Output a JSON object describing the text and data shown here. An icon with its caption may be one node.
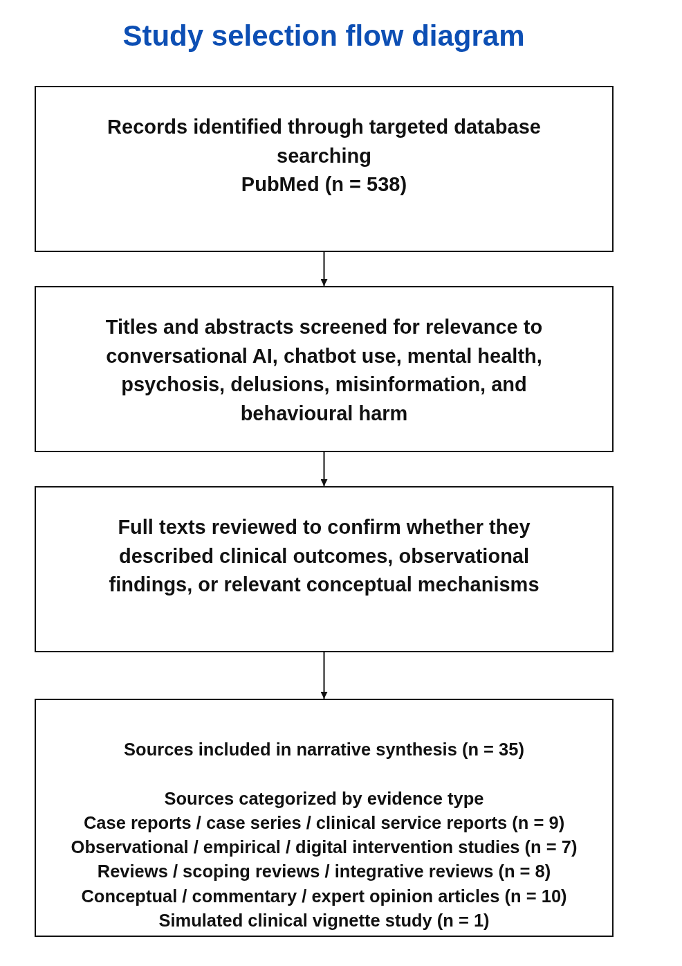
{
  "diagram": {
    "title": "Study selection flow diagram",
    "nodes": [
      {
        "text": [
          "Records identified through targeted database searching",
          "PubMed (n = 538)"
        ]
      },
      {
        "text": [
          "Titles and abstracts screened for relevance to conversational AI, chatbot use, mental health, psychosis, delusions, misinformation, and behavioural harm"
        ]
      },
      {
        "text": [
          "Full texts reviewed to confirm whether they described clinical outcomes, observational findings, or relevant conceptual mechanisms"
        ]
      },
      {
        "text": [
          "Sources included in narrative synthesis (n = 35)",
          "Sources categorized by evidence type",
          "Case reports / case series / clinical service reports (n = 9)",
          "Observational / empirical / digital intervention studies (n = 7)",
          "Reviews / scoping reviews / integrative reviews (n = 8)",
          "Conceptual / commentary / expert opinion articles (n = 10)",
          "Simulated clinical vignette study (n = 1)"
        ]
      }
    ],
    "edges": [
      {
        "from": 0,
        "to": 1,
        "arrow": "to"
      },
      {
        "from": 1,
        "to": 2,
        "arrow": "to"
      },
      {
        "from": 2,
        "to": 3,
        "arrow": "to"
      }
    ]
  }
}
